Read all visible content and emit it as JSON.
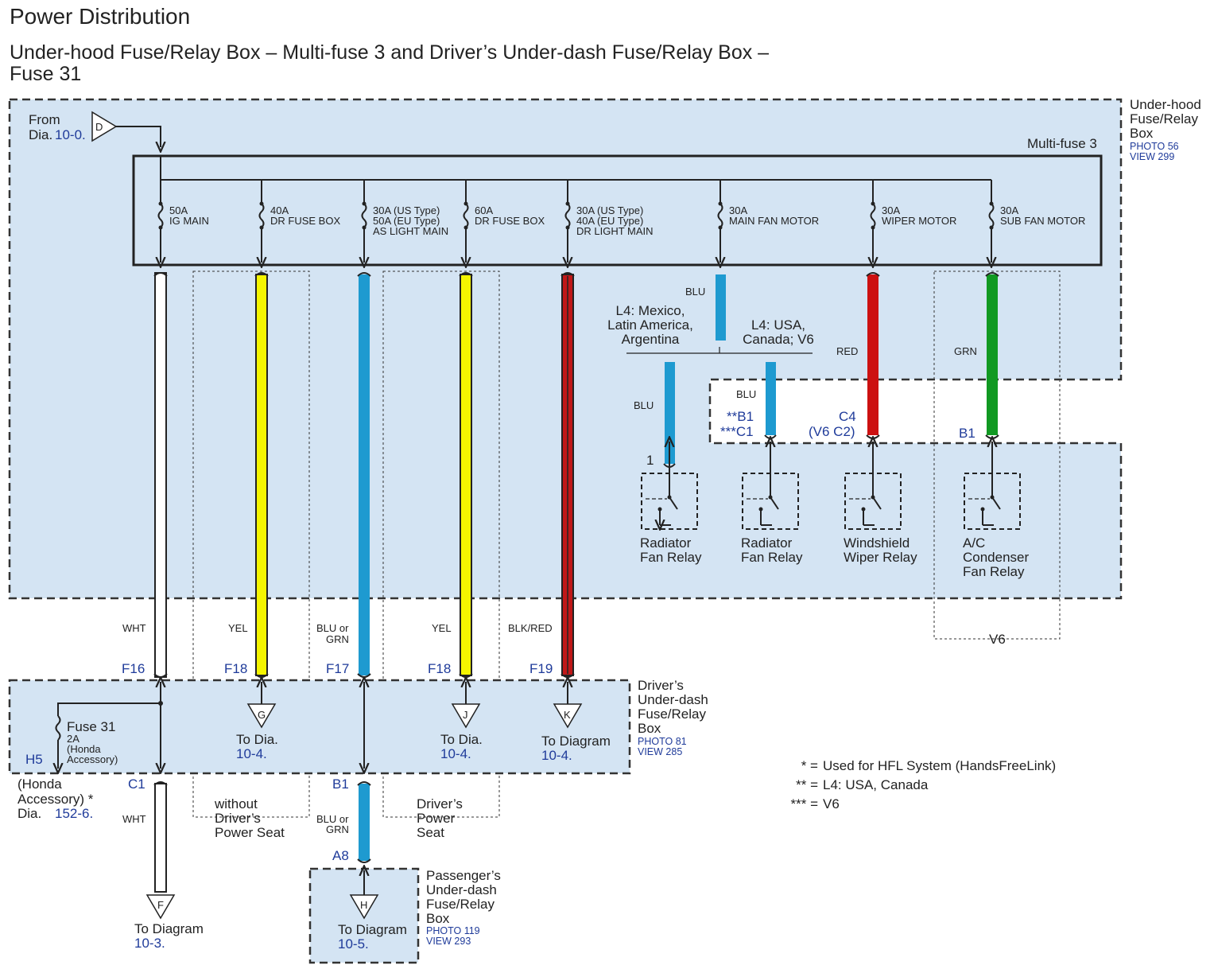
{
  "title": "Power Distribution",
  "subtitle_line1": "Under-hood Fuse/Relay Box – Multi-fuse 3 and Driver’s Under-dash Fuse/Relay Box –",
  "subtitle_line2": "Fuse 31",
  "underhood_box": {
    "name": [
      "Under-hood",
      "Fuse/Relay",
      "Box"
    ],
    "photo": "PHOTO 56",
    "view": "VIEW 299",
    "multifuse_label": "Multi-fuse 3",
    "from_label": "From",
    "from_dia": "Dia.",
    "from_ref": "10-0.",
    "from_connector": "D"
  },
  "fuses": [
    {
      "lines": [
        "50A",
        "IG MAIN"
      ]
    },
    {
      "lines": [
        "40A",
        "DR FUSE BOX"
      ]
    },
    {
      "lines": [
        "30A (US Type)",
        "50A (EU Type)",
        "AS LIGHT MAIN"
      ]
    },
    {
      "lines": [
        "60A",
        "DR FUSE BOX"
      ]
    },
    {
      "lines": [
        "30A (US Type)",
        "40A (EU Type)",
        "DR LIGHT MAIN"
      ]
    },
    {
      "lines": [
        "30A",
        "MAIN FAN MOTOR"
      ]
    },
    {
      "lines": [
        "30A",
        "WIPER MOTOR"
      ]
    },
    {
      "lines": [
        "30A",
        "SUB FAN MOTOR"
      ]
    }
  ],
  "wire_colors": {
    "white": "#ffffff",
    "yellow": "#f5f500",
    "blue": "#1e9ad0",
    "blackred": "#c01818",
    "red": "#cc1111",
    "green": "#119922",
    "box_fill": "#d4e4f3"
  },
  "wire_labels": {
    "wht": "WHT",
    "yel": "YEL",
    "blu_or_grn": [
      "BLU or",
      "GRN"
    ],
    "yel2": "YEL",
    "blk_red": "BLK/RED",
    "blu": "BLU",
    "red": "RED",
    "grn": "GRN",
    "wht2": "WHT",
    "blu_or_grn2": [
      "BLU or",
      "GRN"
    ]
  },
  "variants": {
    "mexico": [
      "L4: Mexico,",
      "Latin America,",
      "Argentina"
    ],
    "usa": [
      "L4: USA,",
      "Canada; V6"
    ],
    "blu_left": "BLU",
    "blu_right": "BLU",
    "blu_top": "BLU"
  },
  "relay_pins": {
    "rad1": "1",
    "rad2_a": "**B1",
    "rad2_b": "***C1",
    "wiper_a": "C4",
    "wiper_b": "(V6 C2)",
    "ac": "B1"
  },
  "relays": [
    [
      "Radiator",
      "Fan Relay"
    ],
    [
      "Radiator",
      "Fan Relay"
    ],
    [
      "Windshield",
      "Wiper Relay"
    ],
    [
      "A/C",
      "Condenser",
      "Fan Relay"
    ]
  ],
  "v6_label": "V6",
  "terminals": {
    "f16": "F16",
    "f18a": "F18",
    "f17": "F17",
    "f18b": "F18",
    "f19": "F19"
  },
  "driver_box": {
    "name": [
      "Driver’s",
      "Under-dash",
      "Fuse/Relay",
      "Box"
    ],
    "photo": "PHOTO 81",
    "view": "VIEW 285",
    "fuse_name": "Fuse 31",
    "fuse_rating": "2A",
    "fuse_desc": [
      "(Honda",
      "Accessory)"
    ],
    "h5": "H5",
    "c1": "C1",
    "b1": "B1",
    "conn_g": "G",
    "to_g": "To Dia.",
    "to_g_ref": "10-4.",
    "conn_j": "J",
    "to_j": "To Dia.",
    "to_j_ref": "10-4.",
    "conn_k": "K",
    "to_k": "To Diagram",
    "to_k_ref": "10-4."
  },
  "honda_acc": {
    "line1": "(Honda",
    "line2": "Accessory) *",
    "dia": "Dia.",
    "ref": "152-6."
  },
  "without_seat": [
    "without",
    "Driver’s",
    "Power Seat"
  ],
  "with_seat": [
    "Driver’s",
    "Power",
    "Seat"
  ],
  "a8": "A8",
  "passenger_box": {
    "name": [
      "Passenger’s",
      "Under-dash",
      "Fuse/Relay",
      "Box"
    ],
    "photo": "PHOTO 119",
    "view": "VIEW 293",
    "conn": "H",
    "to": "To Diagram",
    "ref": "10-5."
  },
  "f_conn": {
    "conn": "F",
    "to": "To Diagram",
    "ref": "10-3."
  },
  "legend": [
    {
      "mark": "* =",
      "text": "Used for HFL System (HandsFreeLink)"
    },
    {
      "mark": "** =",
      "text": "L4: USA, Canada"
    },
    {
      "mark": "*** =",
      "text": "V6"
    }
  ]
}
